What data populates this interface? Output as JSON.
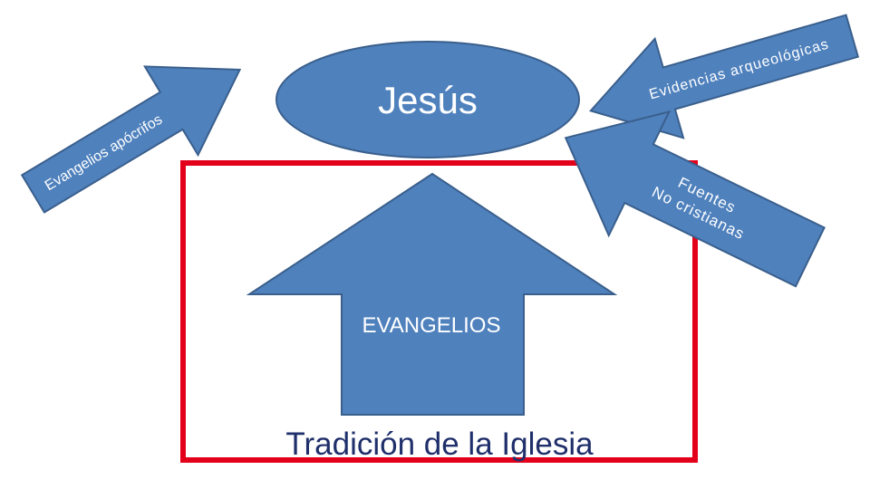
{
  "diagram": {
    "center": {
      "label": "Jesús"
    },
    "main_arrow": {
      "label": "EVANGELIOS"
    },
    "frame": {
      "label": "Tradición de la Iglesia"
    },
    "side_arrows": [
      {
        "label": "Evangelios apócrifos"
      },
      {
        "label": "Evidencias arqueológicas"
      },
      {
        "line1": "Fuentes",
        "line2": "No cristianas"
      }
    ]
  },
  "colors": {
    "shape_fill": "#4F81BD",
    "shape_stroke": "#3A5F8C",
    "frame_stroke": "#E3001B",
    "frame_text": "#1F2F6B",
    "shape_text": "#FFFFFF"
  }
}
